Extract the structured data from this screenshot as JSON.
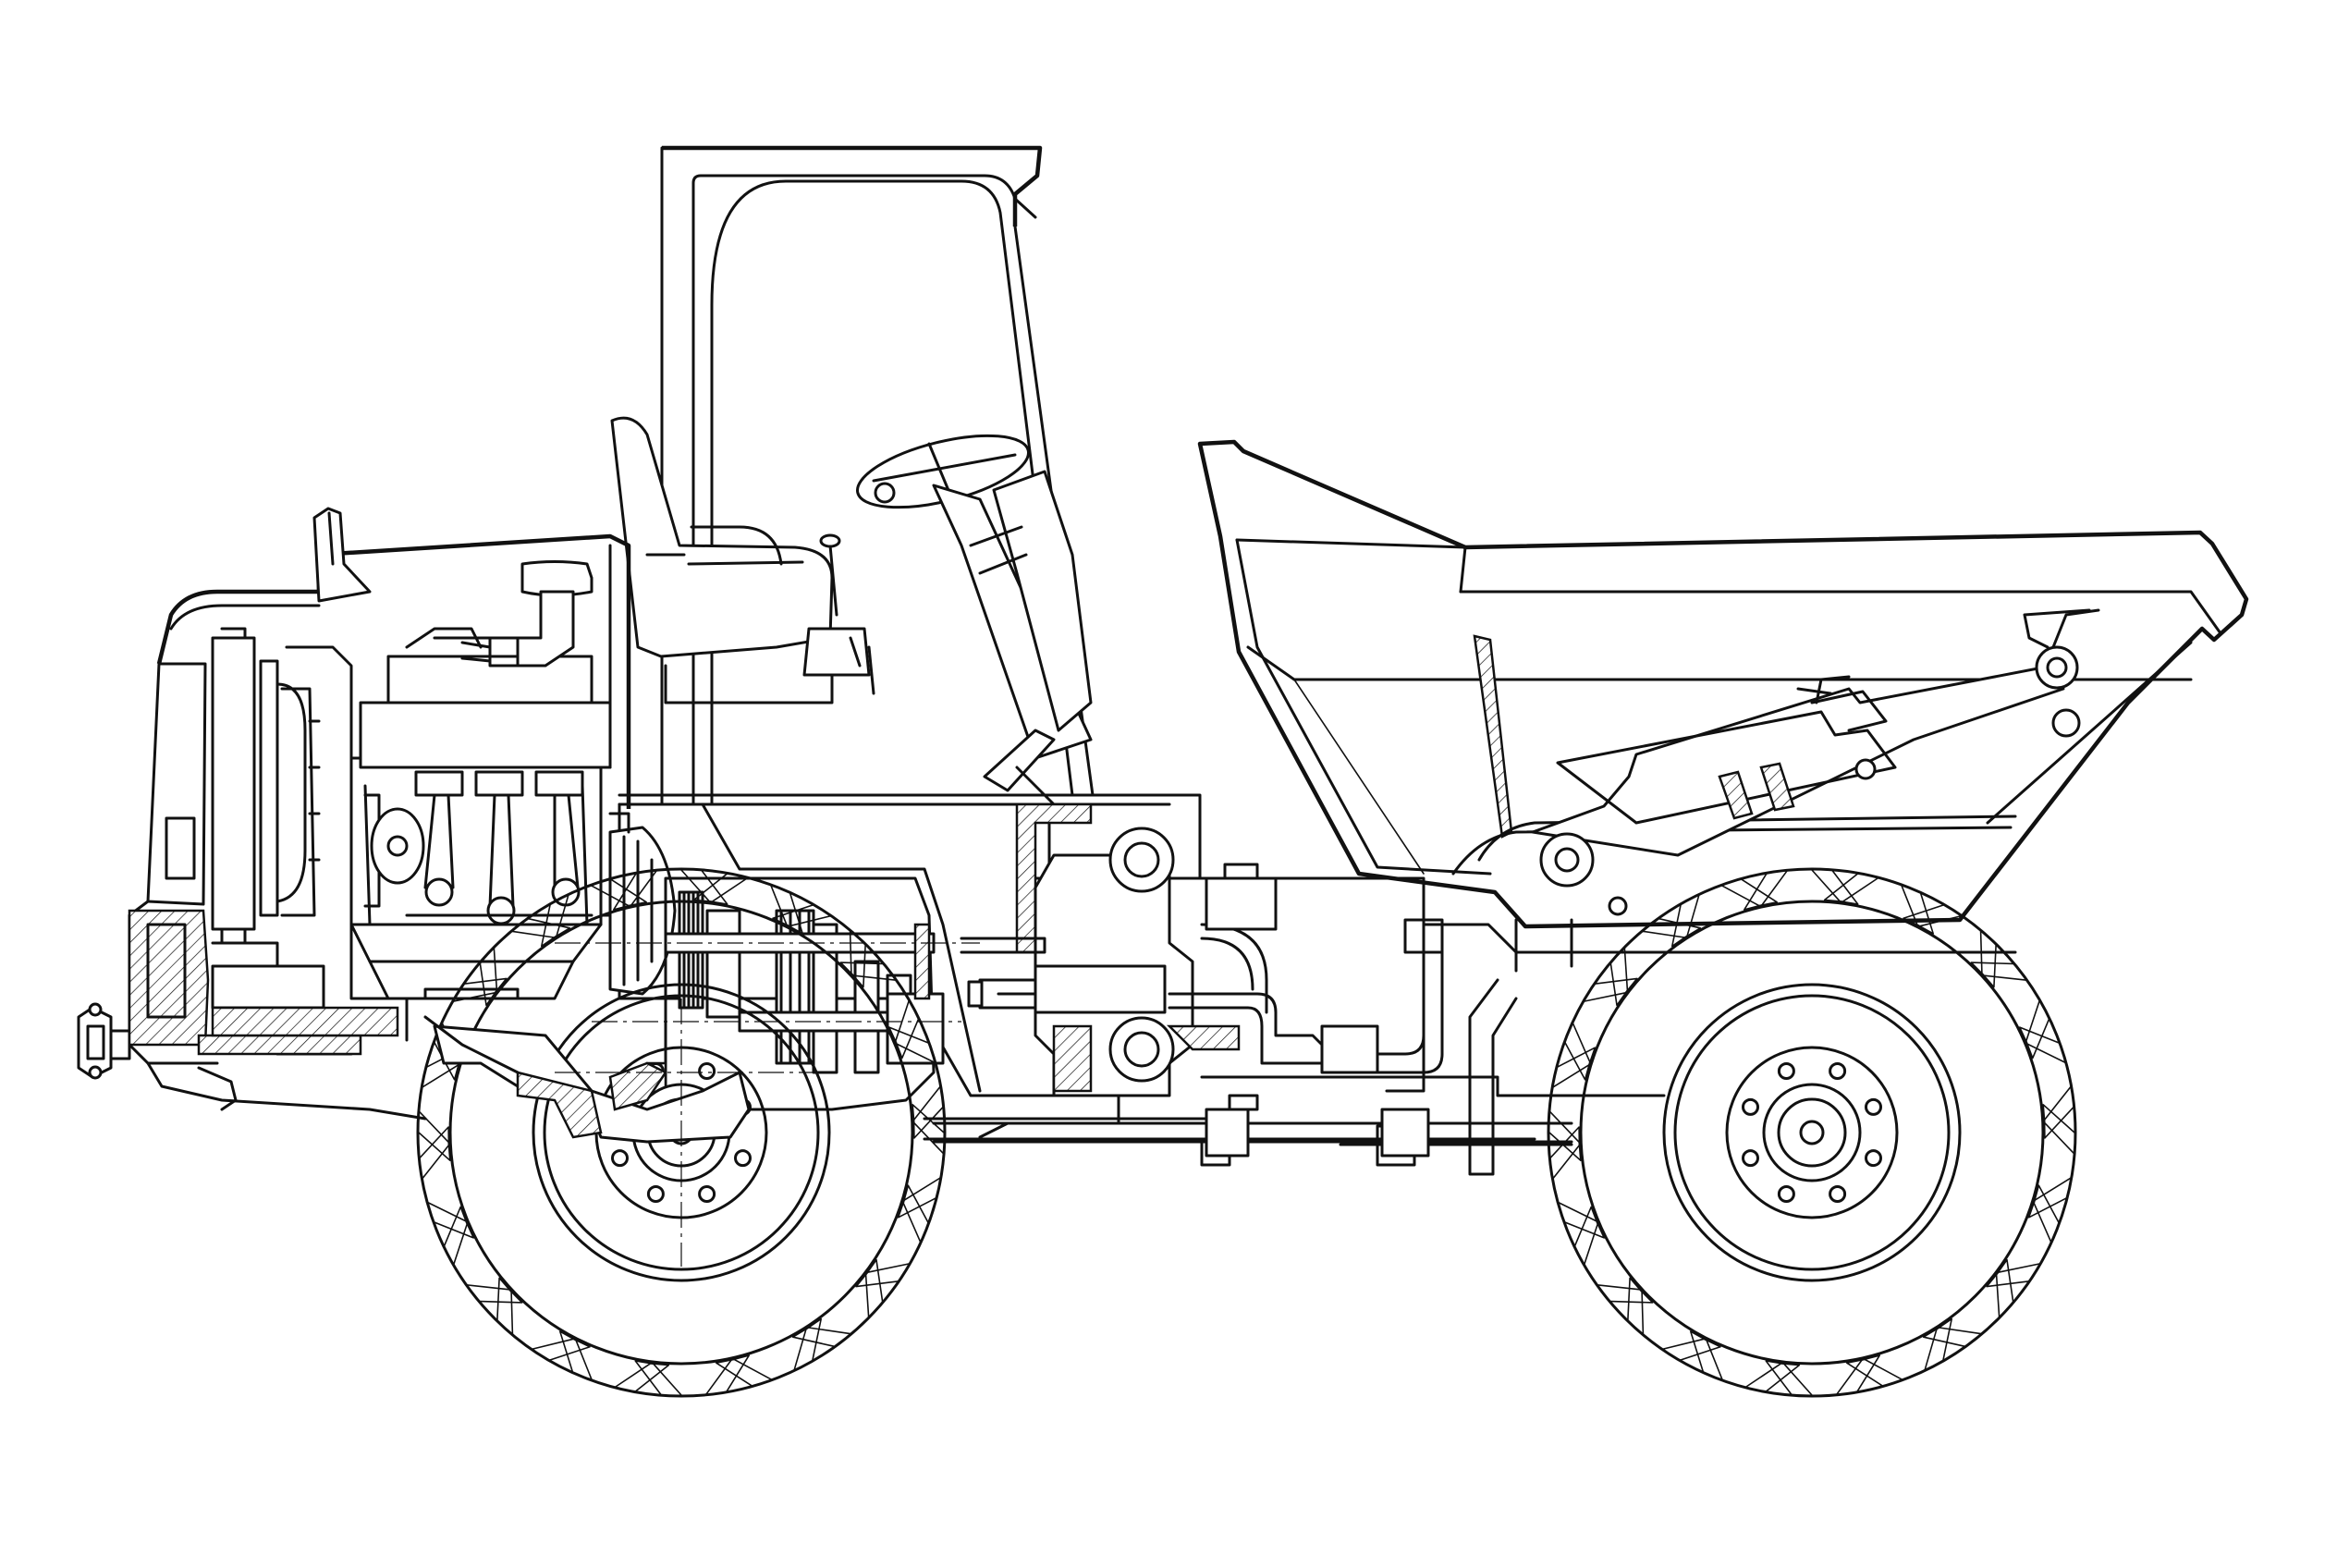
{
  "figure": {
    "subject": "site-dumper-cutaway",
    "colors": {
      "line": "#111111",
      "background": "#ffffff"
    },
    "wheels": [
      {
        "id": "front",
        "lug_nuts": 8
      },
      {
        "id": "rear",
        "lug_nuts": 8
      }
    ],
    "tyre_tread_lugs": 36,
    "engine_pistons": 3
  }
}
